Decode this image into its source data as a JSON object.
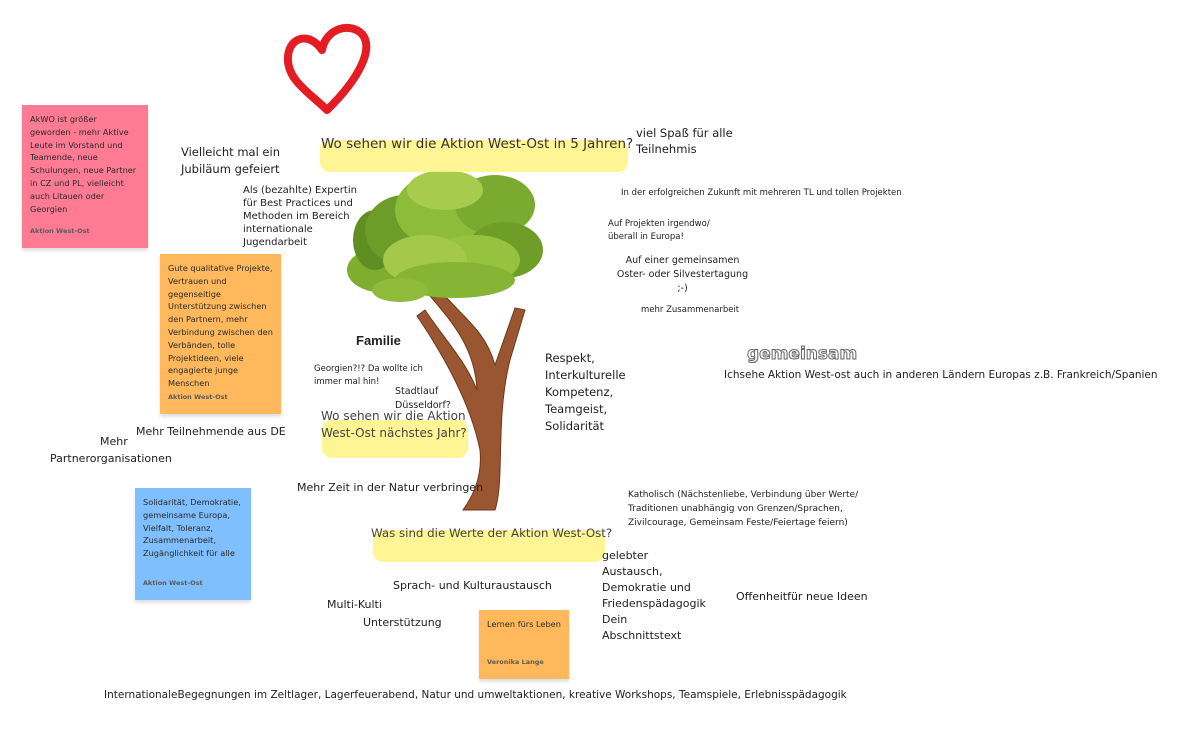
{
  "colors": {
    "heart": "#e41d25",
    "note_pink": "#ff7b94",
    "note_orange": "#ffb95c",
    "note_blue": "#80bfff",
    "highlight": "#fff48a"
  },
  "questions": {
    "q_5_years": "Wo sehen wir die Aktion West-Ost in 5 Jahren?",
    "q_next_year": "Wo sehen wir die Aktion\nWest-Ost nächstes Jahr?",
    "q_values": "Was sind die Werte der Aktion West-Ost?"
  },
  "notes": [
    {
      "text": "AkWO ist größer\ngeworden - mehr Aktive\nLeute im Vorstand und\nTeamende, neue\nSchulungen, neue Partner\nin CZ und PL, vielleicht\nauch Litauen oder\nGeorgien",
      "author": "Aktion West-Ost"
    },
    {
      "text": "Gute qualitative Projekte,\nVertrauen und\ngegenseitige\nUnterstützung zwischen\nden Partnern, mehr\nVerbindung zwischen den\nVerbänden, tolle\nProjektideen, viele\nengagierte junge\nMenschen",
      "author": "Aktion West-Ost"
    },
    {
      "text": "Solidarität, Demokratie,\ngemeinsame Europa,\nVielfalt, Toleranz,\nZusammenarbeit,\nZugänglichkeit für alle",
      "author": "Aktion West-Ost"
    },
    {
      "text": "Lernen fürs Leben",
      "author": "Veronika Lange"
    }
  ],
  "texts": {
    "jubilaeum": "Vielleicht mal ein\nJubiläum gefeiert",
    "expertin": "Als (bezahlte) Expertin\nfür  Best Practices und\nMethoden im Bereich\ninternationale\nJugendarbeit",
    "spass": "viel Spaß für alle\nTeilnehmis",
    "zukunft": "In der erfolgreichen Zukunft mit mehreren TL und tollen Projekten",
    "europa": "Auf Projekten irgendwo/\nüberall in Europa!",
    "tagung": "Auf einer gemeinsamen\nOster- oder Silvestertagung\n;-)",
    "zusammenarbeit": "mehr Zusammenarbeit",
    "familie": "Familie",
    "georgien": "Georgien?!? Da wollte ich\nimmer mal hin!",
    "stadtlauf": "Stadtlauf\nDüsseldorf?",
    "respekt": "Respekt,\nInterkulturelle\nKompetenz,\nTeamgeist,\nSolidarität",
    "gemeinsam": "gemeinsam",
    "laender": "Ichsehe Aktion West-ost auch in anderen Ländern Europas z.B.  Frankreich/Spanien",
    "teilnehmende": "Mehr Teilnehmende aus DE",
    "mehr": "Mehr",
    "partnerorg": "Partnerorganisationen",
    "natur": "Mehr Zeit in der Natur verbringen",
    "katholisch": "Katholisch (Nächstenliebe, Verbindung über Werte/\nTraditionen unabhängig von Grenzen/Sprachen,\nZivilcourage, Gemeinsam Feste/Feiertage feiern)",
    "gelebter": "gelebter\nAustausch,\nDemokratie und\nFriedenspädagogik\nDein\nAbschnittstext",
    "offenheit": "Offenheitfür neue Ideen",
    "sprach": "Sprach- und Kulturaustausch",
    "multikulti": "Multi-Kulti",
    "unterstuetzung": "Unterstützung",
    "begegnungen": "InternationaleBegegnungen im Zeltlager, Lagerfeuerabend, Natur und umweltaktionen, kreative Workshops, Teamspiele, Erlebnisspädagogik"
  }
}
